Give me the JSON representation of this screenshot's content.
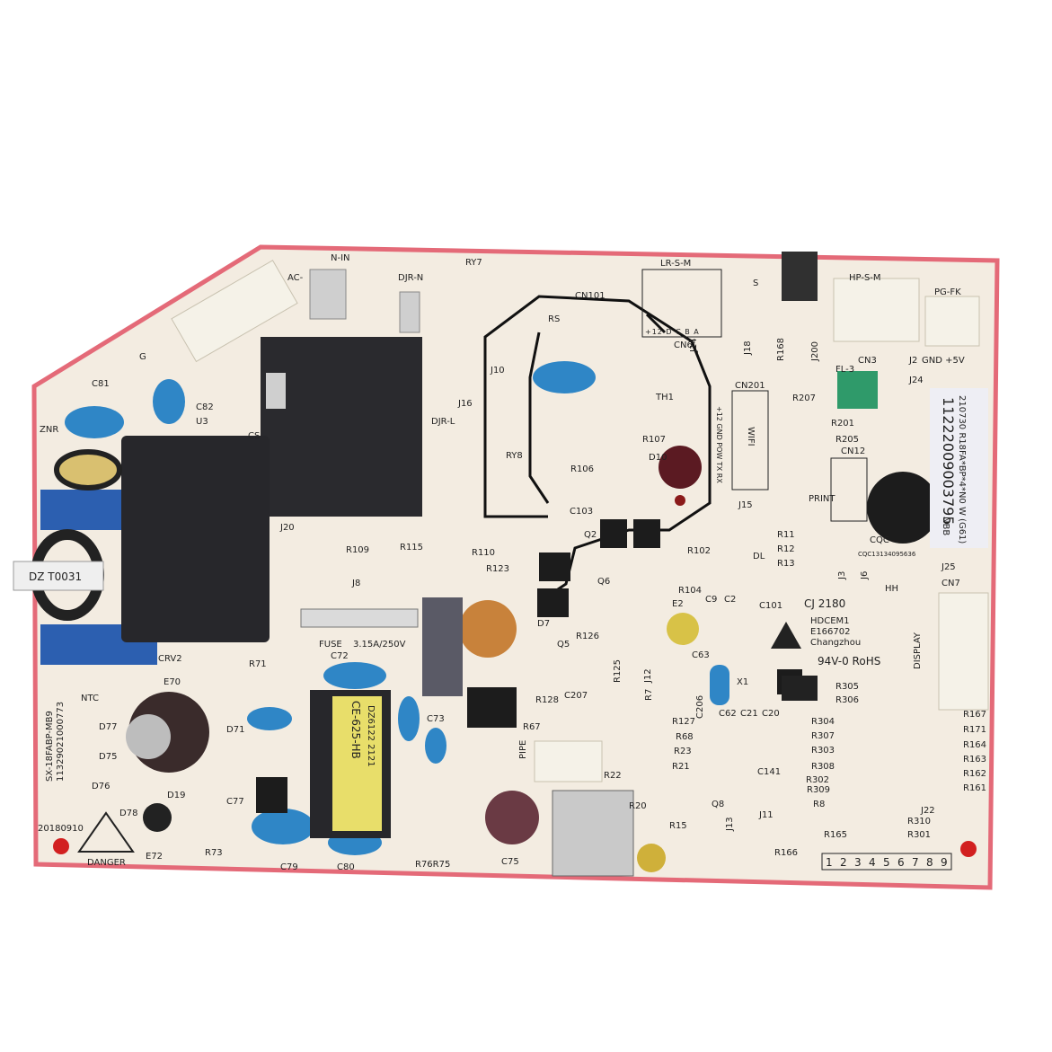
{
  "colors": {
    "board": "#f3ece1",
    "edge": "#e46a78",
    "relay": "#2a2a2e",
    "blue_cap": "#2f86c6",
    "transformer_blue": "#2c5fb0",
    "connector": "#f5f2e8",
    "green_conn": "#2f9a6a",
    "mark_red": "#d22020"
  },
  "sticker": {
    "line1": "210730 R18FA*BP*4*N0 W (G61)",
    "line2": "11222009003795",
    "line3": "NBB"
  },
  "board_marks": {
    "model": "SX-18FABP-MB9",
    "code": "11329021000773",
    "date": "20180910",
    "danger": "DANGER"
  },
  "silk": {
    "ac": "AC-",
    "nin": "N-IN",
    "djrn": "DJR-N",
    "ry7": "RY7",
    "cn101": "CN101",
    "rs": "RS",
    "lrsm": "LR-S-M",
    "cn6": "CN6",
    "cn6pins": "+12 D C B A",
    "j14": "J14",
    "j18": "J18",
    "s": "S",
    "hpsm": "HP-S-M",
    "pgfk": "PG-FK",
    "cn3": "CN3",
    "j2": "J2",
    "pins5v": "GND +5V",
    "c81": "C81",
    "g": "G",
    "c82": "C82",
    "u3": "U3",
    "znr": "ZNR",
    "cs": "CS",
    "j10": "J10",
    "j16": "J16",
    "th1": "TH1",
    "djrl": "DJR-L",
    "ry8": "RY8",
    "r107": "R107",
    "r106": "R106",
    "d10": "D10",
    "c103": "C103",
    "cn201": "CN201",
    "wifi": "WIFI",
    "wifipins": "+12 GND POW TX RX",
    "j15": "J15",
    "cn12": "CN12",
    "print": "PRINT",
    "r168": "R168",
    "j200": "J200",
    "j24": "J24",
    "fl3": "FL-3",
    "r207": "R207",
    "r201": "R201",
    "r205": "R205",
    "j20": "J20",
    "r109": "R109",
    "r115": "R115",
    "r110": "R110",
    "r123": "R123",
    "j8": "J8",
    "fuse": "FUSE",
    "fuse_rating": "3.15A/250V",
    "dz": "DZ T0031",
    "crv2": "CRV2",
    "r71": "R71",
    "c72": "C72",
    "e70": "E70",
    "r126": "R126",
    "r125": "R125",
    "q5": "Q5",
    "c207": "C207",
    "r128": "R128",
    "r67": "R67",
    "r127": "R127",
    "r68": "R68",
    "r23": "R23",
    "r21": "R21",
    "r22": "R22",
    "r20": "R20",
    "r15": "R15",
    "c62": "C62",
    "c21": "C21",
    "c20": "C20",
    "c141": "C141",
    "r8": "R8",
    "j11": "J11",
    "r165": "R165",
    "r166": "R166",
    "r310": "R310",
    "r301": "R301",
    "j22": "J22",
    "r302": "R302",
    "r303": "R303",
    "r304": "R304",
    "r305": "R305",
    "r306": "R306",
    "r307": "R307",
    "r308": "R308",
    "r309": "R309",
    "r171": "R171",
    "r164": "R164",
    "r163": "R163",
    "r162": "R162",
    "r161": "R161",
    "r167": "R167",
    "display": "DISPLAY",
    "cn7": "CN7",
    "j25": "J25",
    "cj": "CJ 2180",
    "ul1": "HDCEM1",
    "ul2": "E166702",
    "ul3": "Changzhou",
    "rohs": "94V-0 RoHS",
    "cqc_num": "CQC13134095636",
    "hh": "HH",
    "cqc": "CQC",
    "e72": "E72",
    "r73": "R73",
    "c79": "C79",
    "c80": "C80",
    "r76r75": "R76R75",
    "c75": "C75",
    "pipe": "PIPE",
    "xfmr": "CE-625-HB",
    "xfmr2": "DZ6122 2121",
    "c77": "C77",
    "c73": "C73",
    "d77": "D77",
    "d71": "D71",
    "d75": "D75",
    "d76": "D76",
    "d78": "D78",
    "ntc": "NTC",
    "d19": "D19",
    "r102": "R102",
    "r104": "R104",
    "e2": "E2",
    "c9": "C9",
    "c2": "C2",
    "c63": "C63",
    "x1": "X1",
    "q2": "Q2",
    "q8": "Q8",
    "q6": "Q6",
    "d7": "D7",
    "r11": "R11",
    "r12": "R12",
    "r13": "R13",
    "dl": "DL",
    "c101": "C101",
    "j3": "J3",
    "j6": "J6",
    "j13": "J13",
    "j12": "J12",
    "c206": "C206",
    "r7": "R7"
  },
  "number_boxes": [
    "1",
    "2",
    "3",
    "4",
    "5",
    "6",
    "7",
    "8",
    "9"
  ]
}
